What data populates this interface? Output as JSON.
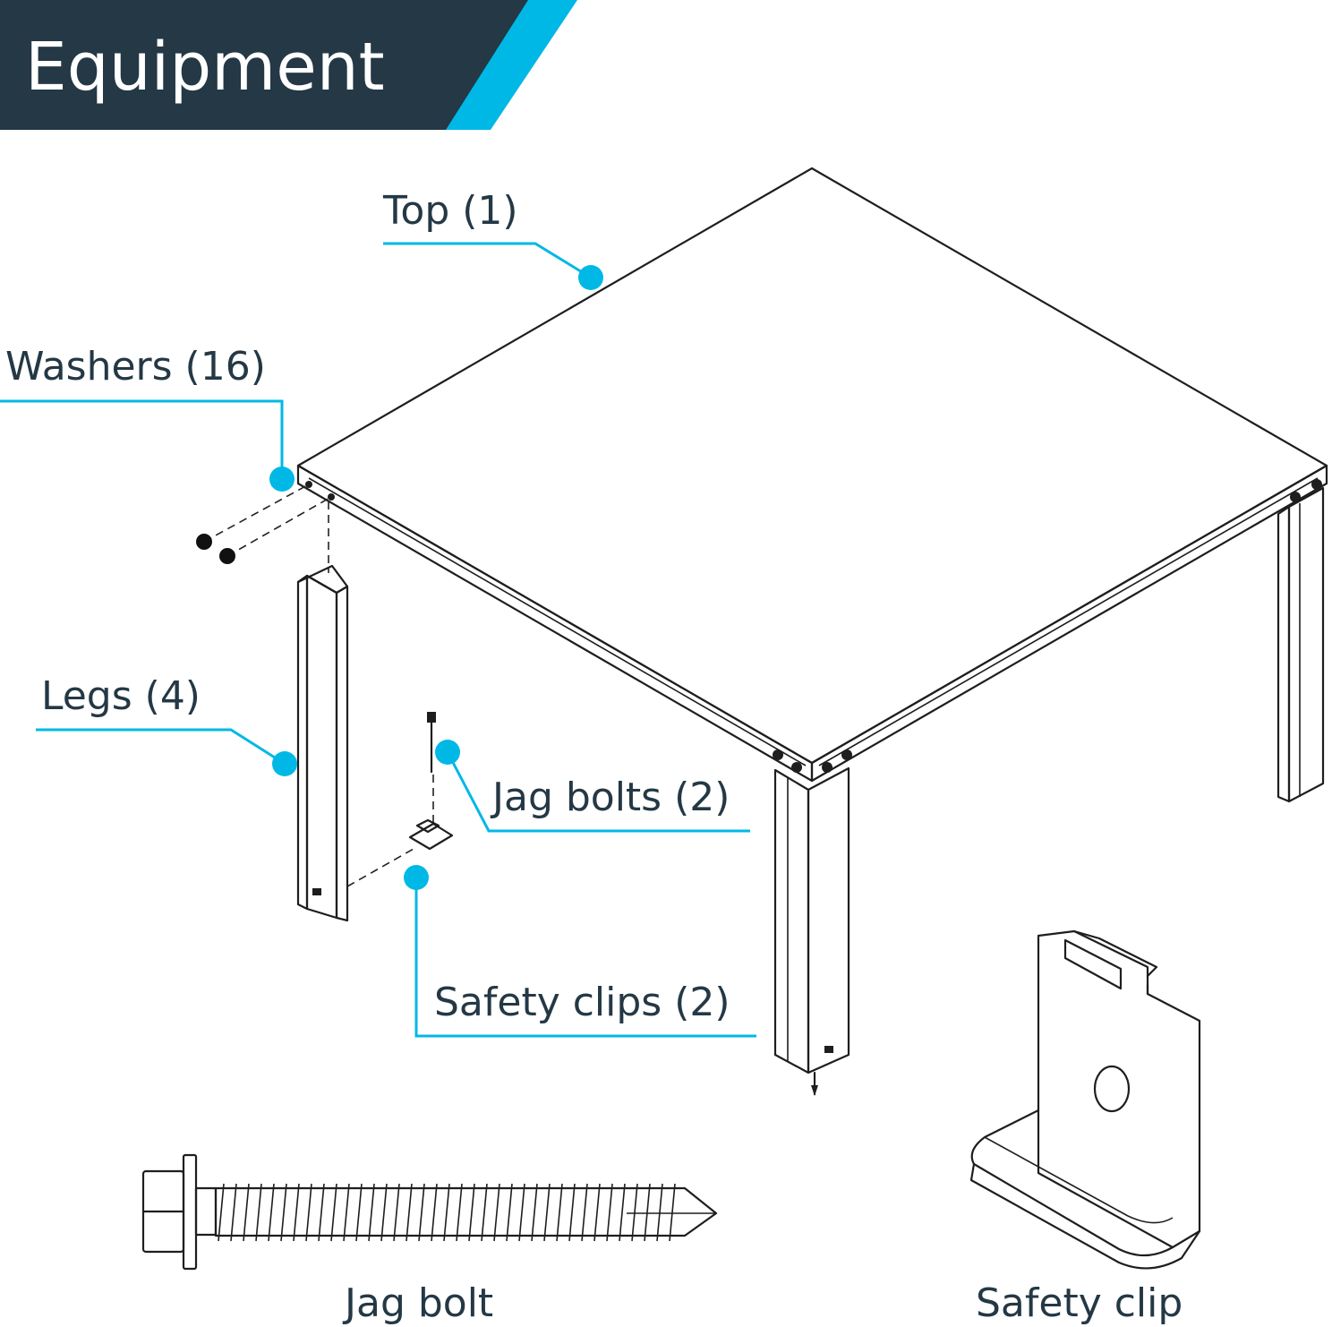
{
  "header": {
    "title": "Equipment",
    "background": "#243845",
    "accent": "#00b8e6"
  },
  "labels": {
    "top": "Top (1)",
    "washers": "Washers (16)",
    "legs": "Legs (4)",
    "jag_bolts": "Jag bolts (2)",
    "safety_clips": "Safety clips (2)"
  },
  "details": {
    "jag_bolt": "Jag bolt",
    "safety_clip": "Safety clip"
  }
}
